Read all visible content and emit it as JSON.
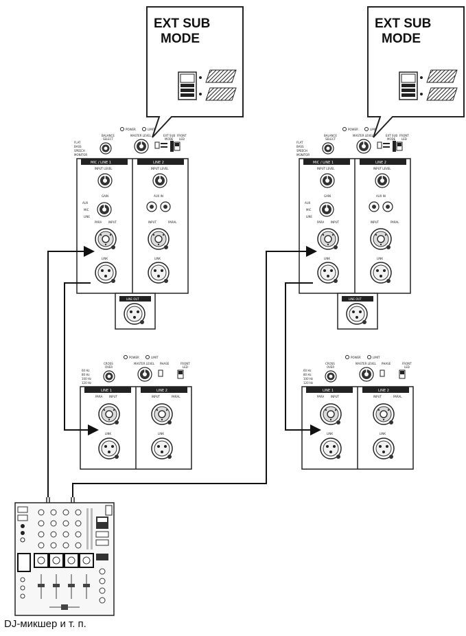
{
  "callouts": {
    "title_line1": "EXT SUB",
    "title_line2": "MODE"
  },
  "panel_labels": {
    "power": "POWER",
    "limit": "LIMIT",
    "balance_select": "BALANCE SELECT",
    "master_level": "MASTER LEVEL",
    "ext_sub_mode": "EXT SUB MODE",
    "front_led": "FRONT LED",
    "mic_line1": "MIC / LINE 1",
    "line2": "LINE 2",
    "input_level": "INPUT LEVEL",
    "gain": "GAIN",
    "aux_in": "AUX IN",
    "mic_input": "INPUT",
    "link": "LINK",
    "line_out": "LINE OUT",
    "line1": "LINE 1",
    "crossover": "CROSS OVER"
  },
  "caption": "DJ-микшер и т. п."
}
